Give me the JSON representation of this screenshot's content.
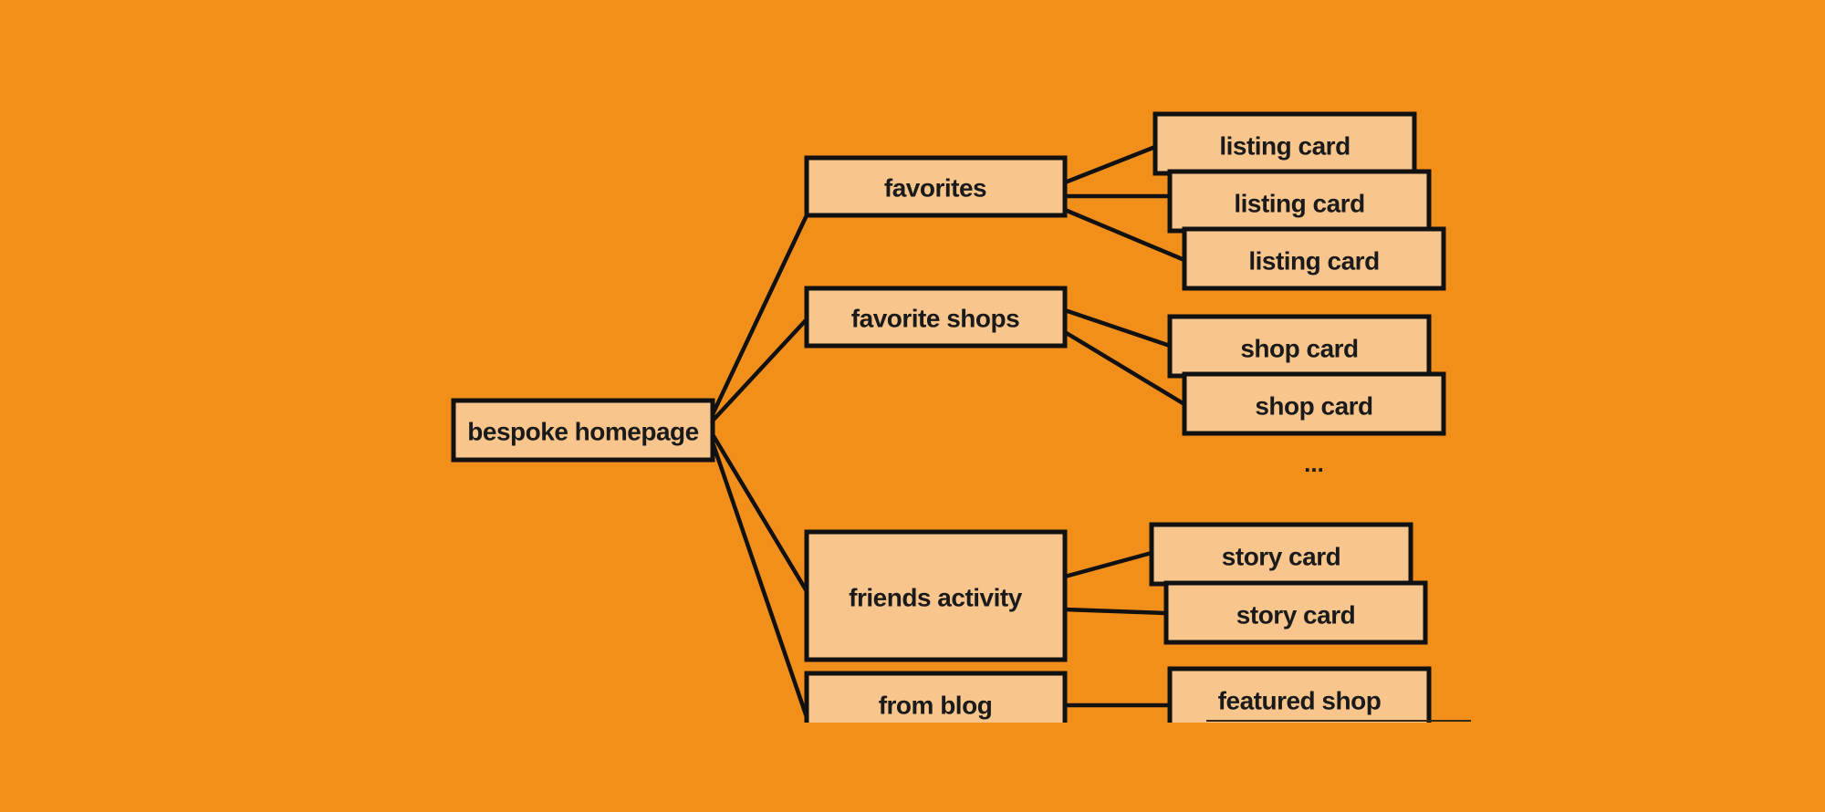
{
  "colors": {
    "background": "#F28F1A",
    "node_fill": "#F8C68C",
    "stroke": "#111111"
  },
  "nodes": {
    "root": "bespoke homepage",
    "favorites": "favorites",
    "listing_1": "listing card",
    "listing_2": "listing card",
    "listing_3": "listing card",
    "favorite_shops": "favorite shops",
    "shop_1": "shop card",
    "shop_2": "shop card",
    "friends_activity": "friends activity",
    "story_1": "story card",
    "story_2": "story card",
    "from_blog": "from blog",
    "featured_shop": "featured shop"
  },
  "ellipsis": "..."
}
